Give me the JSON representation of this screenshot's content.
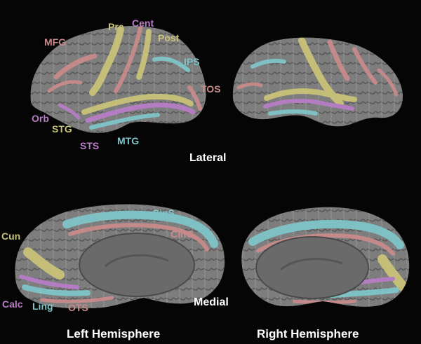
{
  "colors": {
    "background": "#050505",
    "cortex": "#7d7d7d",
    "pink": "#c98b8b",
    "yellow": "#c9c27a",
    "cyan": "#7fc4c8",
    "magenta": "#b87ec6",
    "caption": "#ffffff"
  },
  "lateral_labels": {
    "pre": "Pre",
    "cent": "Cent",
    "post": "Post",
    "mfg": "MFG",
    "ips": "IPS",
    "tos": "TOS",
    "orb": "Orb",
    "stg": "STG",
    "sts": "STS",
    "mtg": "MTG"
  },
  "medial_labels": {
    "cins": "CinS",
    "cing": "CinG",
    "cun": "Cun",
    "calc": "Calc",
    "ling": "Ling",
    "ots": "OTS"
  },
  "captions": {
    "lateral": "Lateral",
    "medial": "Medial",
    "left_hemisphere": "Left Hemisphere",
    "right_hemisphere": "Right Hemisphere"
  }
}
